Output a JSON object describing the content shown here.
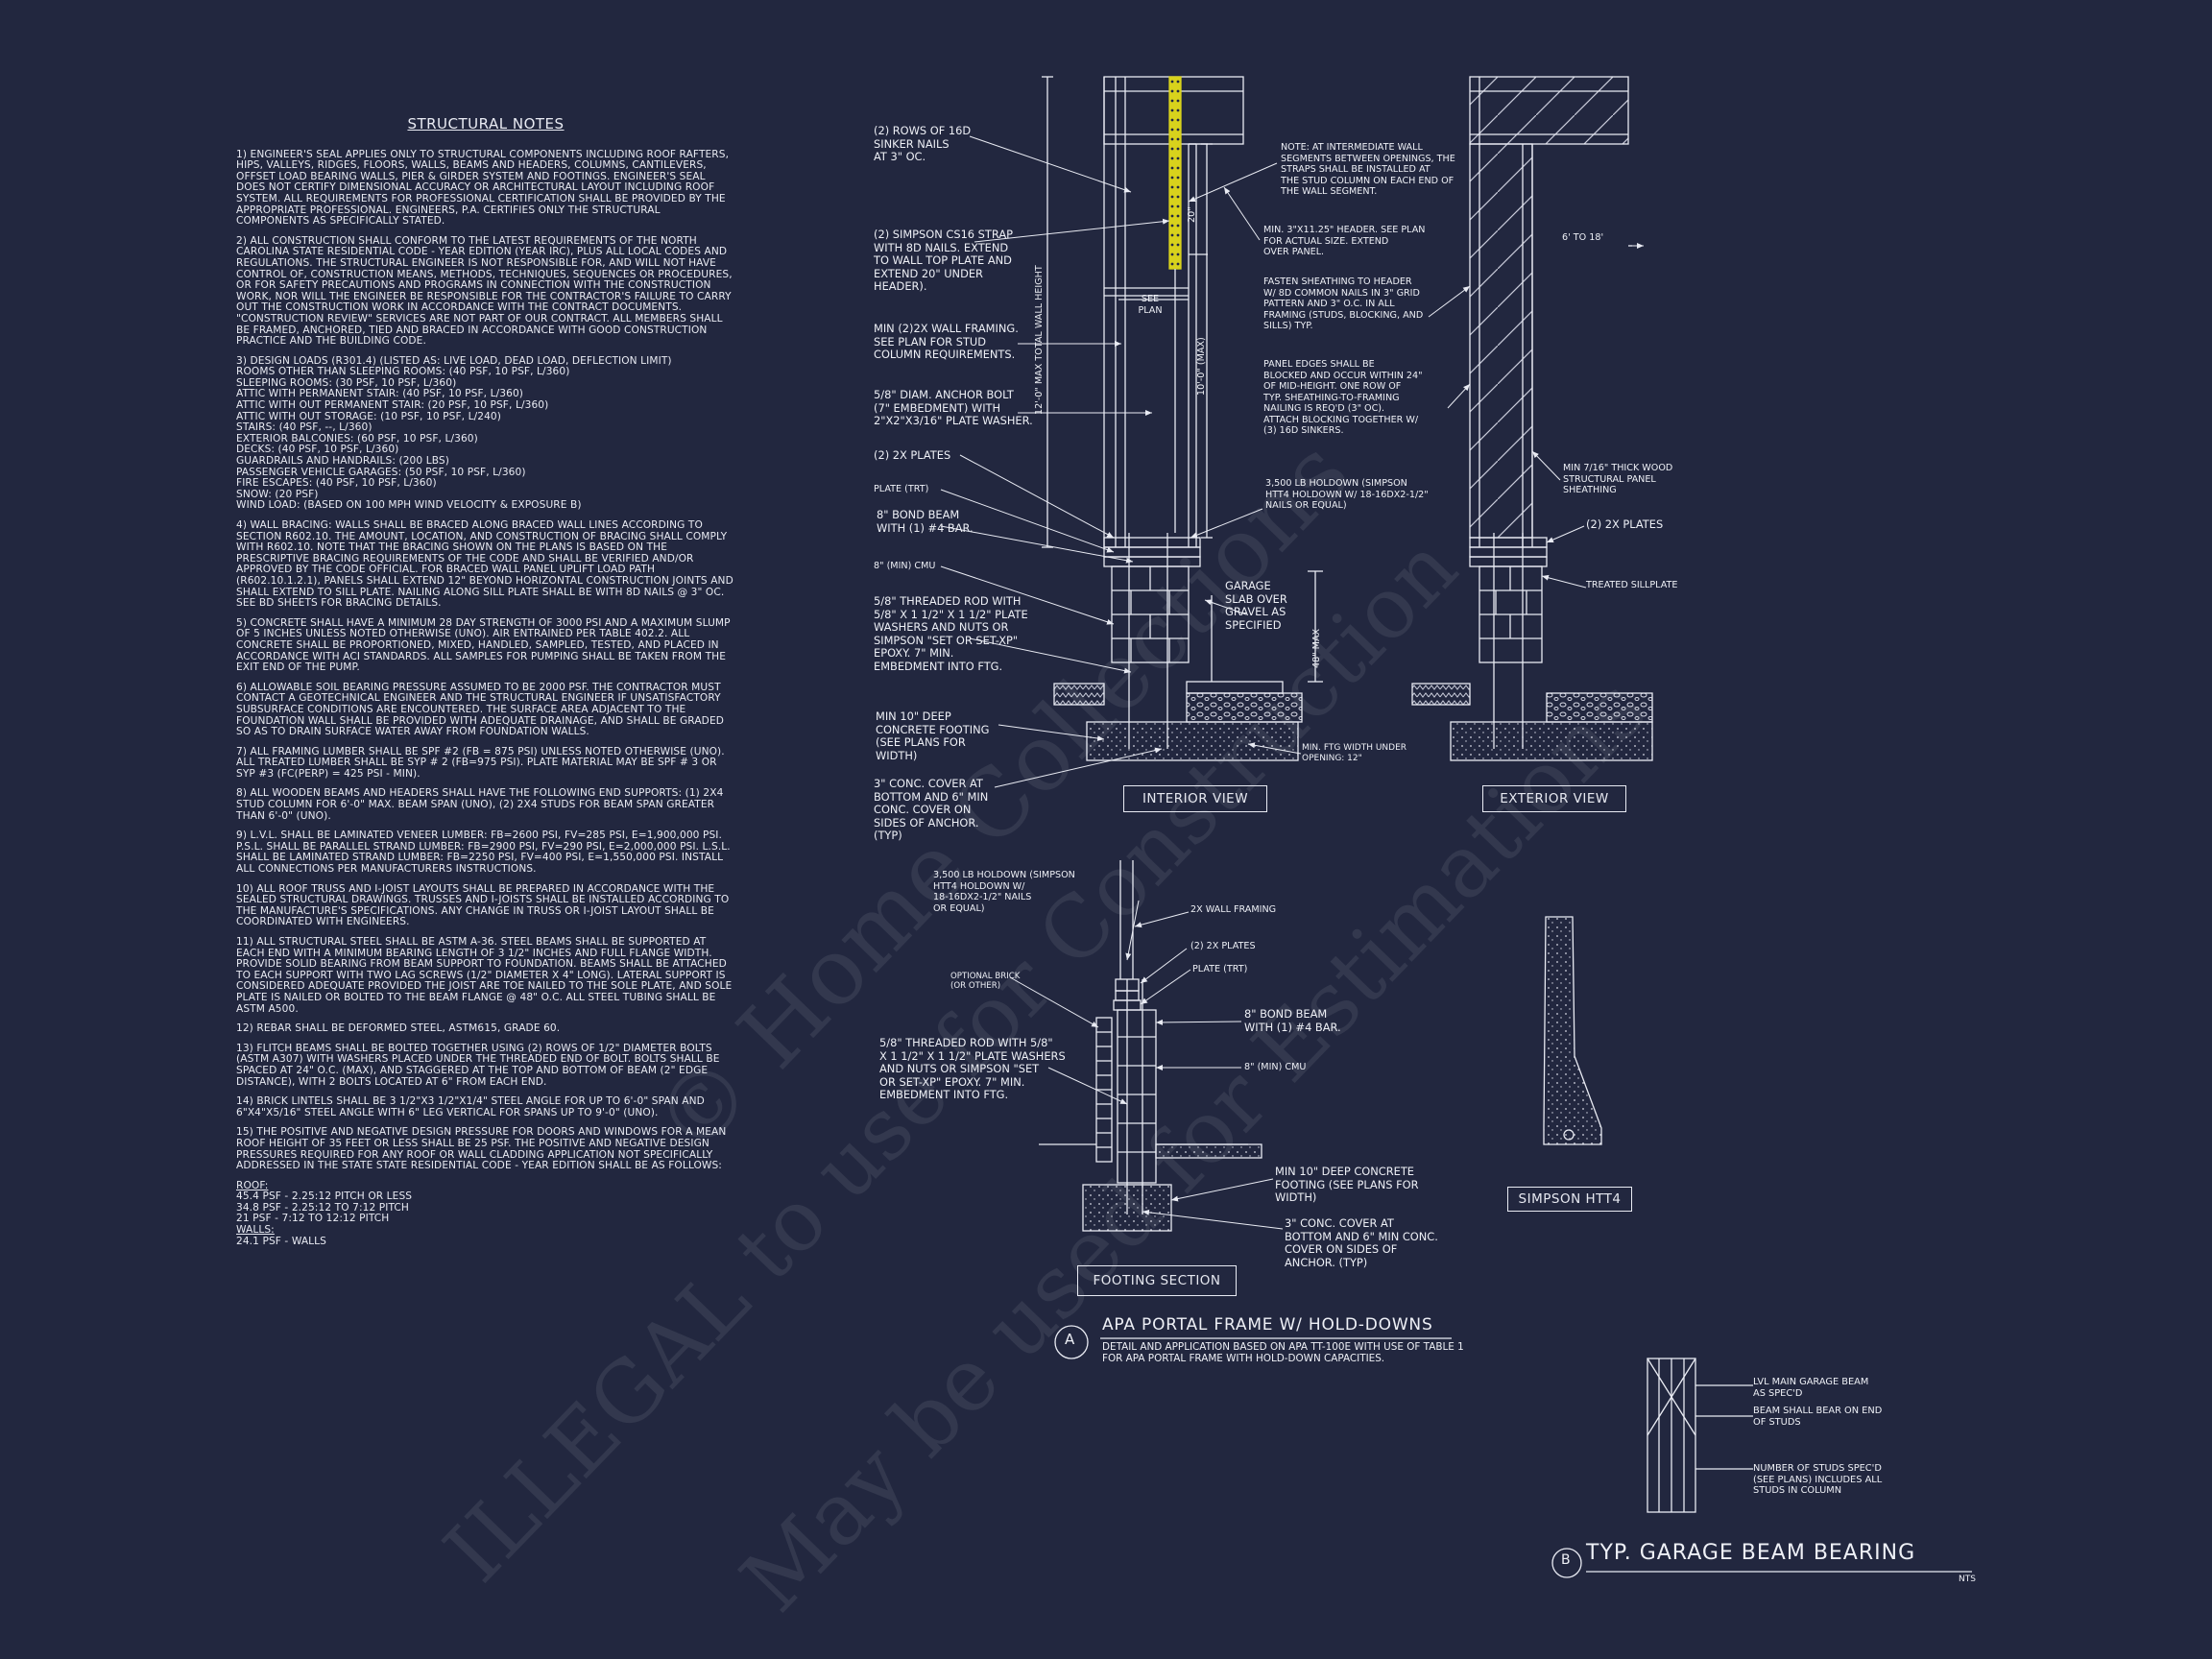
{
  "notes": {
    "title": "STRUCTURAL NOTES",
    "items": [
      "1) ENGINEER'S SEAL APPLIES ONLY TO STRUCTURAL COMPONENTS INCLUDING ROOF RAFTERS, HIPS, VALLEYS, RIDGES, FLOORS, WALLS, BEAMS AND HEADERS, COLUMNS, CANTILEVERS, OFFSET LOAD BEARING WALLS, PIER & GIRDER SYSTEM AND FOOTINGS. ENGINEER'S SEAL DOES NOT CERTIFY DIMENSIONAL ACCURACY OR ARCHITECTURAL LAYOUT INCLUDING ROOF SYSTEM. ALL REQUIREMENTS FOR PROFESSIONAL CERTIFICATION SHALL BE PROVIDED BY THE APPROPRIATE PROFESSIONAL. ENGINEERS, P.A. CERTIFIES ONLY THE STRUCTURAL COMPONENTS AS SPECIFICALLY STATED.",
      "2) ALL CONSTRUCTION SHALL CONFORM TO THE LATEST REQUIREMENTS OF THE NORTH CAROLINA STATE RESIDENTIAL CODE - YEAR EDITION (YEAR IRC), PLUS ALL LOCAL CODES AND REGULATIONS. THE STRUCTURAL ENGINEER IS NOT RESPONSIBLE FOR, AND WILL NOT HAVE CONTROL OF, CONSTRUCTION MEANS, METHODS, TECHNIQUES, SEQUENCES OR PROCEDURES, OR FOR SAFETY PRECAUTIONS AND PROGRAMS IN CONNECTION WITH THE CONSTRUCTION WORK, NOR WILL THE ENGINEER BE RESPONSIBLE FOR THE CONTRACTOR'S FAILURE TO CARRY OUT THE CONSTRUCTION WORK IN ACCORDANCE WITH THE CONTRACT DOCUMENTS. \"CONSTRUCTION REVIEW\" SERVICES ARE NOT PART OF OUR CONTRACT. ALL MEMBERS SHALL BE FRAMED, ANCHORED, TIED AND BRACED IN ACCORDANCE WITH GOOD CONSTRUCTION PRACTICE AND THE BUILDING CODE.",
      "3) DESIGN LOADS (R301.4) (LISTED AS: LIVE LOAD, DEAD LOAD, DEFLECTION LIMIT)\nROOMS OTHER THAN SLEEPING ROOMS: (40 PSF, 10 PSF, L/360)\nSLEEPING ROOMS: (30 PSF, 10 PSF, L/360)\nATTIC WITH PERMANENT STAIR: (40 PSF, 10 PSF, L/360)\nATTIC WITH OUT PERMANENT STAIR: (20 PSF, 10 PSF, L/360)\nATTIC WITH OUT STORAGE: (10 PSF, 10 PSF, L/240)\nSTAIRS: (40 PSF, --, L/360)\nEXTERIOR BALCONIES: (60 PSF, 10 PSF, L/360)\nDECKS: (40 PSF, 10 PSF, L/360)\nGUARDRAILS AND HANDRAILS: (200 LBS)\nPASSENGER VEHICLE GARAGES: (50 PSF, 10 PSF, L/360)\nFIRE ESCAPES: (40 PSF, 10 PSF, L/360)\nSNOW: (20      PSF)\nWIND LOAD: (BASED ON 100 MPH WIND VELOCITY & EXPOSURE B)",
      "4) WALL BRACING: WALLS SHALL BE BRACED ALONG BRACED WALL LINES ACCORDING TO SECTION R602.10. THE AMOUNT, LOCATION, AND CONSTRUCTION OF BRACING SHALL COMPLY WITH R602.10. NOTE THAT THE BRACING SHOWN ON THE PLANS IS BASED ON THE PRESCRIPTIVE BRACING REQUIREMENTS OF THE CODE AND SHALL BE VERIFIED AND/OR APPROVED BY THE CODE OFFICIAL. FOR BRACED WALL PANEL UPLIFT LOAD PATH (R602.10.1.2.1), PANELS SHALL EXTEND 12\" BEYOND HORIZONTAL CONSTRUCTION JOINTS AND SHALL EXTEND TO SILL PLATE. NAILING ALONG SILL PLATE SHALL BE WITH 8d NAILS @ 3\" OC. SEE BD SHEETS FOR BRACING DETAILS.",
      "5) CONCRETE SHALL HAVE A MINIMUM 28 DAY STRENGTH OF 3000 PSI AND A MAXIMUM SLUMP OF 5 INCHES UNLESS NOTED OTHERWISE (UNO). AIR ENTRAINED PER TABLE 402.2. ALL CONCRETE SHALL BE PROPORTIONED, MIXED, HANDLED, SAMPLED, TESTED, AND PLACED IN ACCORDANCE WITH ACI STANDARDS. ALL SAMPLES FOR PUMPING SHALL BE TAKEN FROM THE EXIT END OF THE PUMP.",
      "6) ALLOWABLE SOIL BEARING PRESSURE ASSUMED TO BE 2000 PSF. THE CONTRACTOR MUST CONTACT A GEOTECHNICAL ENGINEER AND THE STRUCTURAL ENGINEER IF UNSATISFACTORY SUBSURFACE CONDITIONS ARE ENCOUNTERED. THE SURFACE AREA ADJACENT TO THE FOUNDATION WALL SHALL BE PROVIDED WITH ADEQUATE DRAINAGE, AND SHALL BE GRADED SO AS TO DRAIN SURFACE WATER AWAY FROM FOUNDATION WALLS.",
      "7) ALL FRAMING LUMBER SHALL BE SPF #2 (Fb = 875 PSI) UNLESS NOTED OTHERWISE (UNO). ALL TREATED LUMBER SHALL BE SYP # 2 (Fb=975 PSI). PLATE MATERIAL MAY BE SPF # 3 OR SYP #3 (Fc(perp) = 425 PSI - MIN).",
      "8) ALL WOODEN BEAMS AND HEADERS SHALL HAVE THE FOLLOWING END SUPPORTS: (1) 2x4 STUD COLUMN FOR 6'-0\" MAX. BEAM SPAN (UNO), (2) 2x4 STUDS FOR BEAM SPAN GREATER THAN 6'-0\" (UNO).",
      "9) L.V.L. SHALL BE LAMINATED VENEER LUMBER: Fb=2600 PSI, Fv=285 PSI, E=1,900,000 PSI. P.S.L. SHALL BE PARALLEL STRAND LUMBER: Fb=2900 PSI, Fv=290 PSI, E=2,000,000 PSI. L.S.L. SHALL BE LAMINATED STRAND LUMBER: Fb=2250 PSI, Fv=400 PSI, E=1,550,000 PSI. INSTALL ALL CONNECTIONS PER MANUFACTURERS INSTRUCTIONS.",
      "10) ALL ROOF TRUSS AND I-JOIST LAYOUTS SHALL BE PREPARED IN ACCORDANCE WITH THE SEALED STRUCTURAL DRAWINGS. TRUSSES AND I-JOISTS SHALL BE INSTALLED ACCORDING TO THE MANUFACTURE'S SPECIFICATIONS. ANY CHANGE IN TRUSS OR I-JOIST LAYOUT SHALL BE COORDINATED WITH ENGINEERS.",
      "11) ALL STRUCTURAL STEEL SHALL BE ASTM A-36. STEEL BEAMS SHALL BE SUPPORTED AT EACH END WITH A MINIMUM BEARING LENGTH OF 3 1/2\" INCHES AND FULL FLANGE WIDTH. PROVIDE SOLID BEARING FROM BEAM SUPPORT TO FOUNDATION. BEAMS SHALL BE ATTACHED TO EACH SUPPORT WITH TWO LAG SCREWS (1/2\" DIAMETER x 4\" LONG). LATERAL SUPPORT IS CONSIDERED ADEQUATE PROVIDED THE JOIST ARE TOE NAILED TO THE SOLE PLATE, AND SOLE PLATE IS NAILED OR BOLTED TO THE BEAM FLANGE @ 48\" O.C. ALL STEEL TUBING SHALL BE ASTM A500.",
      "12) REBAR SHALL BE DEFORMED STEEL, ASTM615, GRADE 60.",
      "13) FLITCH BEAMS SHALL BE BOLTED TOGETHER USING (2) ROWS OF 1/2\" DIAMETER BOLTS (ASTM A307) WITH WASHERS PLACED UNDER THE THREADED END OF BOLT. BOLTS SHALL BE SPACED AT 24\" O.C. (MAX), AND STAGGERED AT THE TOP AND BOTTOM OF BEAM (2\" EDGE DISTANCE), WITH 2 BOLTS LOCATED AT 6\" FROM EACH END.",
      "14) BRICK LINTELS SHALL BE 3 1/2\"x3 1/2\"x1/4\" STEEL ANGLE FOR UP TO 6'-0\" SPAN AND 6\"x4\"x5/16\" STEEL ANGLE WITH 6\" LEG VERTICAL FOR SPANS UP TO 9'-0\" (UNO).",
      "15) THE POSITIVE AND NEGATIVE DESIGN PRESSURE FOR DOORS AND WINDOWS FOR A MEAN ROOF HEIGHT OF 35 FEET OR LESS SHALL BE 25 PSF. THE POSITIVE AND NEGATIVE DESIGN PRESSURES REQUIRED FOR ANY ROOF OR WALL CLADDING APPLICATION NOT SPECIFICALLY ADDRESSED IN THE STATE STATE RESIDENTIAL CODE - YEAR EDITION SHALL BE AS FOLLOWS:"
    ],
    "wind": [
      {
        "text": "ROOF:",
        "underline": true
      },
      {
        "text": "45.4 PSF - 2.25:12 PITCH OR LESS",
        "underline": false
      },
      {
        "text": "34.8 PSF - 2.25:12 TO 7:12 PITCH",
        "underline": false
      },
      {
        "text": "21 PSF - 7:12 TO 12:12 PITCH",
        "underline": false
      },
      {
        "text": "WALLS:",
        "underline": true
      },
      {
        "text": "24.1 PSF - WALLS",
        "underline": false
      }
    ]
  },
  "interior": {
    "title": "INTERIOR VIEW",
    "labels": {
      "rows_16d": "(2) ROWS OF 16d\nSINKER NAILS\nAT 3\" OC.",
      "cs16": "(2) SIMPSON CS16 STRAP\nWITH 8d NAILS. EXTEND\nTO WALL TOP PLATE AND\nEXTEND 20\" UNDER\nHEADER).",
      "wall_framing": "MIN (2)2X WALL FRAMING.\nSEE PLAN FOR STUD\nCOLUMN REQUIREMENTS.",
      "anchor": "5/8\" DIAM. ANCHOR BOLT\n(7\" EMBEDMENT) WITH\n2\"x2\"x3/16\" PLATE WASHER.",
      "plates": "(2) 2x PLATES",
      "plate_trt": "PLATE (TRT)",
      "bond_beam": "8\" BOND BEAM\nWITH (1) #4 BAR.",
      "cmu": "8\" (MIN) CMU",
      "threaded": "5/8\" THREADED ROD WITH\n5/8\" x 1 1/2\" x 1 1/2\" PLATE\nWASHERS AND NUTS OR\nSIMPSON \"SET OR SET-XP\"\nEPOXY.  7\" MIN.\nEMBEDMENT INTO FTG.",
      "footing": "MIN 10\" DEEP\nCONCRETE FOOTING\n(SEE PLANS FOR\nWIDTH)",
      "cover": "3\" CONC. COVER AT\nBOTTOM AND 6\" MIN\nCONC. COVER ON\nSIDES OF ANCHOR.\n(TYP)",
      "note_straps": "NOTE: AT INTERMEDIATE WALL\nSEGMENTS BETWEEN OPENINGS, THE\nSTRAPS SHALL BE INSTALLED AT\nTHE STUD COLUMN ON EACH END OF\nTHE WALL SEGMENT.",
      "header": "MIN. 3\"x11.25\" HEADER. SEE PLAN\nFOR ACTUAL SIZE. EXTEND\nOVER PANEL.",
      "fasten": "FASTEN SHEATHING TO HEADER\nW/ 8d COMMON NAILS IN 3\" GRID\nPATTERN AND 3\" O.C. IN ALL\nFRAMING (STUDS, BLOCKING, AND\nSILLS) TYP.",
      "panel_edges": "PANEL EDGES SHALL BE\nBLOCKED AND OCCUR WITHIN 24\"\nOF MID-HEIGHT.  ONE ROW OF\nTYP. SHEATHING-TO-FRAMING\nNAILING IS REQ'D (3\" OC).\nATTACH BLOCKING TOGETHER W/\n(3) 16d SINKERS.",
      "holdown": "3,500 LB HOLDOWN (SIMPSON\nHTT4 HOLDOWN W/ 18-16dx2-1/2\"\nNAILS OR EQUAL)",
      "garage_slab": "GARAGE\nSLAB OVER\nGRAVEL AS\nSPECIFIED",
      "min_ftg": "MIN. FTG WIDTH UNDER\nOPENING: 12\"",
      "see_plan": "SEE\nPLAN",
      "dim_20": "20\"",
      "dim_10max": "10'-0\" (MAX)",
      "dim_12max": "12'-0\" MAX TOTAL WALL HEIGHT",
      "dim_48max": "48\" MAX"
    }
  },
  "exterior": {
    "title": "EXTERIOR VIEW",
    "labels": {
      "span": "6' TO 18'",
      "sheathing": "MIN 7/16\" THICK WOOD\nSTRUCTURAL PANEL\nSHEATHING",
      "plates": "(2) 2x PLATES",
      "sillplate": "TREATED SILLPLATE"
    }
  },
  "footing_section": {
    "title": "FOOTING SECTION",
    "labels": {
      "holdown": "3,500 LB HOLDOWN (SIMPSON\nHTT4 HOLDOWN W/\n18-16dx2-1/2\" NAILS\nOR EQUAL)",
      "wall_framing": "2X WALL FRAMING",
      "plates": "(2) 2x PLATES",
      "plate_trt": "PLATE (TRT)",
      "brick": "OPTIONAL BRICK\n(OR OTHER)",
      "bond_beam": "8\" BOND BEAM\nWITH (1) #4 BAR.",
      "cmu": "8\" (MIN) CMU",
      "threaded": "5/8\" THREADED ROD WITH 5/8\"\nx 1 1/2\" x 1 1/2\" PLATE WASHERS\nAND NUTS OR SIMPSON \"SET\nOR SET-XP\" EPOXY.  7\" MIN.\nEMBEDMENT INTO FTG.",
      "footing": "MIN 10\" DEEP CONCRETE\nFOOTING (SEE PLANS FOR\nWIDTH)",
      "cover": "3\" CONC. COVER AT\nBOTTOM AND 6\" MIN CONC.\nCOVER ON SIDES OF\nANCHOR. (TYP)"
    }
  },
  "simpson": {
    "title": "SIMPSON HTT4"
  },
  "detail_a": {
    "marker": "A",
    "title": "APA PORTAL FRAME W/ HOLD-DOWNS",
    "desc": "DETAIL AND APPLICATION BASED ON APA TT-100E WITH USE OF TABLE 1\nFOR APA PORTAL FRAME WITH HOLD-DOWN CAPACITIES."
  },
  "detail_b": {
    "marker": "B",
    "title": "TYP. GARAGE BEAM BEARING",
    "scale": "NTS",
    "labels": {
      "lvl": "LVL MAIN GARAGE BEAM\nAS SPEC'D",
      "bear": "BEAM SHALL BEAR ON END\nOF STUDS",
      "studs": "NUMBER OF STUDS SPEC'D\n(SEE PLANS) INCLUDES ALL\nSTUDS IN COLUMN"
    }
  },
  "watermarks": [
    "ILLEGAL to use for Construction",
    "© Home Collections",
    "May be used for Estimations"
  ],
  "colors": {
    "background": "#22273f",
    "line": "#e9ebf3",
    "strap": "#d8d21c"
  }
}
